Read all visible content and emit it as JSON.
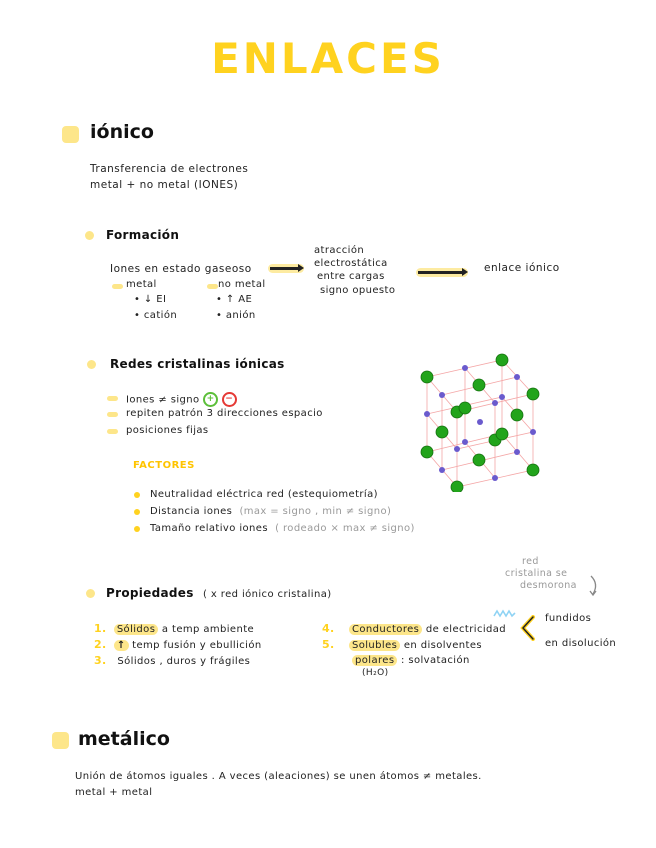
{
  "title": "ENLACES",
  "ionico": {
    "heading": "iónico",
    "def_line1": "Transferencia de electrones",
    "def_line2": "metal + no metal   (IONES)",
    "formacion": {
      "heading": "Formación",
      "step1": "Iones en estado gaseoso",
      "step2_l1": "atracción",
      "step2_l2": "electrostática",
      "step2_l3": "entre cargas",
      "step2_l4": "signo opuesto",
      "result": "enlace iónico",
      "metal_label": "metal",
      "metal_items": [
        "↓ EI",
        "catión"
      ],
      "nometal_label": "no metal",
      "nometal_items": [
        "↑ AE",
        "anión"
      ]
    },
    "redes": {
      "heading": "Redes cristalinas iónicas",
      "items": [
        "Iones ≠ signo",
        "repiten patrón 3 direcciones  espacio",
        "posiciones fijas"
      ],
      "plus_icon": "+",
      "minus_icon": "−",
      "factores_label": "FACTORES",
      "factores": [
        {
          "main": "Neutralidad eléctrica red  (estequiometría)",
          "note": ""
        },
        {
          "main": "Distancia iones",
          "note": "(max = signo , min ≠ signo)"
        },
        {
          "main": "Tamaño relativo iones",
          "note": "( rodeado × max  ≠ signo)"
        }
      ]
    },
    "propiedades": {
      "heading": "Propiedades",
      "subtitle": "( x red iónico cristalina)",
      "items": [
        {
          "num": "1.",
          "hl": "Sólidos",
          "rest": " a temp ambiente"
        },
        {
          "num": "2.",
          "hl": "↑",
          "rest": " temp fusión y ebullición"
        },
        {
          "num": "3.",
          "hl": "",
          "rest": "Sólidos , duros y frágiles"
        },
        {
          "num": "4.",
          "hl": "Conductores",
          "rest": " de electricidad"
        },
        {
          "num": "5.",
          "hl": "Solubles",
          "rest": " en disolventes"
        }
      ],
      "polares_hl": "polares",
      "polares_rest": " :  solvatación",
      "h2o": "(H₂O)",
      "side_note_l1": "red",
      "side_note_l2": "cristalina se",
      "side_note_l3": "desmorona",
      "fundidos": "fundidos",
      "disolucion": "en disolución"
    }
  },
  "metalico": {
    "heading": "metálico",
    "line1": "Unión de átomos iguales .  A veces  (aleaciones) se unen átomos ≠ metales.",
    "line2": "metal + metal"
  }
}
